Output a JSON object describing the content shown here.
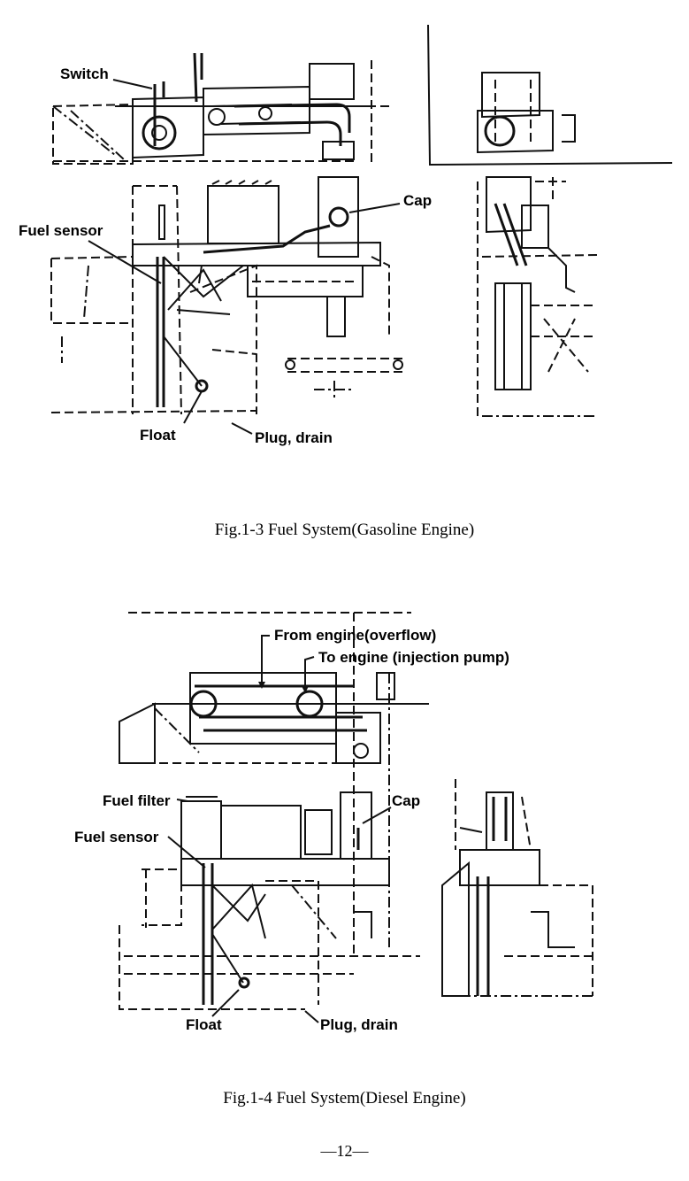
{
  "figure_1": {
    "labels": {
      "switch": "Switch",
      "cap": "Cap",
      "fuel_sensor": "Fuel sensor",
      "float": "Float",
      "plug_drain": "Plug, drain"
    },
    "caption": "Fig.1-3 Fuel System(Gasoline Engine)"
  },
  "figure_2": {
    "labels": {
      "from_engine": "From engine(overflow)",
      "to_engine": "To engine (injection pump)",
      "fuel_filter": "Fuel filter",
      "cap": "Cap",
      "fuel_sensor": "Fuel sensor",
      "float": "Float",
      "plug_drain": "Plug, drain"
    },
    "caption": "Fig.1-4 Fuel System(Diesel Engine)"
  },
  "page_number": "—12—"
}
